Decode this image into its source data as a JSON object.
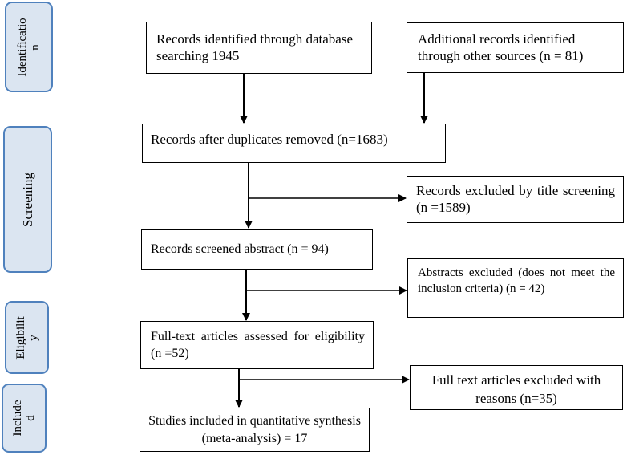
{
  "phases": {
    "identification": "Identificatio\nn",
    "screening": "Screening",
    "eligibility": "Eligibilit\ny",
    "included": "Include\nd"
  },
  "boxes": {
    "database_search": "Records identified through database searching 1945",
    "other_sources": "Additional records identified through other sources (n = 81)",
    "after_duplicates": "Records after duplicates removed (n=1683)",
    "excluded_title": "Records excluded by title screening (n =1589)",
    "screened_abstract": "Records screened abstract (n = 94)",
    "excluded_abstract": "Abstracts excluded (does not meet the inclusion criteria) (n = 42)",
    "fulltext_assessed": "Full-text articles assessed for eligibility (n =52)",
    "fulltext_excluded": "Full text articles excluded with reasons (n=35)",
    "included_studies": "Studies included in quantitative synthesis (meta-analysis) = 17"
  },
  "colors": {
    "phase_fill": "#dbe5f1",
    "phase_border": "#4f81bd",
    "line": "#000000"
  }
}
